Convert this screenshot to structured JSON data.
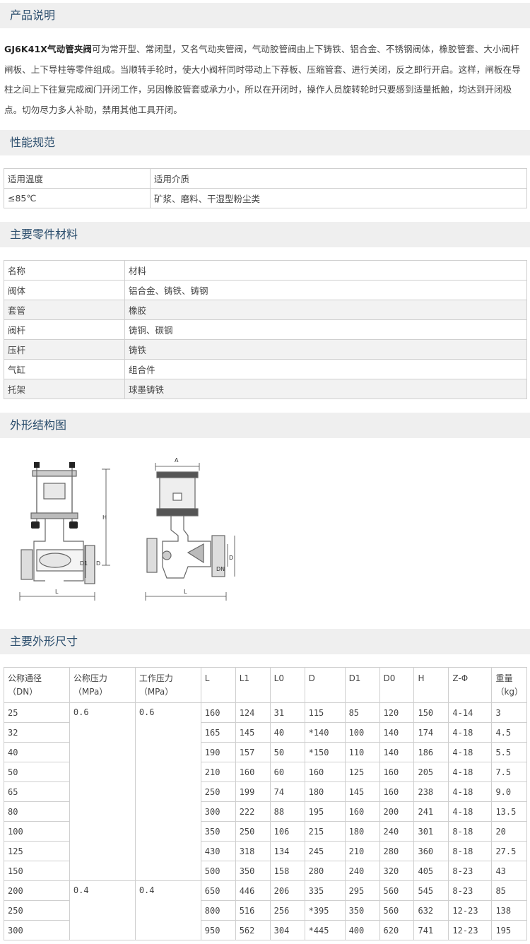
{
  "sections": {
    "description": "产品说明",
    "performance": "性能规范",
    "materials": "主要零件材料",
    "structure": "外形结构图",
    "dimensions": "主要外形尺寸"
  },
  "description": {
    "model": "GJ6K41X气动管夹阀",
    "text": "可为常开型、常闭型，又名气动夹管阀，气动胶管阀由上下铸铁、铝合金、不锈钢阀体，橡胶管套、大小阀杆闸板、上下导柱等零件组成。当顺转手轮时，使大小阀杆同时带动上下荐板、压缩管套、进行关闭，反之即行开启。这样，闸板在导柱之间上下往复完成阀门开闭工作，另因橡胶管套或承力小，所以在开闭时，操作人员旋转轮时只要感到适量抵触，均达到开闭极点。切勿尽力多人补助，禁用其他工具开闭。"
  },
  "performance": {
    "headers": [
      "适用温度",
      "适用介质"
    ],
    "values": [
      "≤85℃",
      "矿浆、磨料、干湿型粉尘类"
    ]
  },
  "materials": {
    "headers": [
      "名称",
      "材料"
    ],
    "rows": [
      [
        "阀体",
        "铝合金、铸铁、铸钢"
      ],
      [
        "套管",
        "橡胶"
      ],
      [
        "阀杆",
        "铸铜、碳钢"
      ],
      [
        "压杆",
        "铸铁"
      ],
      [
        "气缸",
        "组合件"
      ],
      [
        "托架",
        "球墨铸铁"
      ]
    ]
  },
  "diagram_labels": {
    "left": [
      "H",
      "D1",
      "D",
      "L"
    ],
    "right": [
      "A",
      "DN",
      "D",
      "L"
    ]
  },
  "dimensions": {
    "headers": [
      "公称通径（DN）",
      "公称压力（MPa）",
      "工作压力（MPa）",
      "L",
      "L1",
      "L0",
      "D",
      "D1",
      "D0",
      "H",
      "Z-Φ",
      "重量（kg）"
    ],
    "groups": [
      {
        "pn": "0.6",
        "wp": "0.6",
        "rows": [
          [
            "25",
            "160",
            "124",
            "31",
            "115",
            "85",
            "120",
            "150",
            "4-14",
            "3"
          ],
          [
            "32",
            "165",
            "145",
            "40",
            "*140",
            "100",
            "140",
            "174",
            "4-18",
            "4.5"
          ],
          [
            "40",
            "190",
            "157",
            "50",
            "*150",
            "110",
            "140",
            "186",
            "4-18",
            "5.5"
          ],
          [
            "50",
            "210",
            "160",
            "60",
            "160",
            "125",
            "160",
            "205",
            "4-18",
            "7.5"
          ],
          [
            "65",
            "250",
            "199",
            "74",
            "180",
            "145",
            "160",
            "238",
            "4-18",
            "9.0"
          ],
          [
            "80",
            "300",
            "222",
            "88",
            "195",
            "160",
            "200",
            "241",
            "4-18",
            "13.5"
          ],
          [
            "100",
            "350",
            "250",
            "106",
            "215",
            "180",
            "240",
            "301",
            "8-18",
            "20"
          ],
          [
            "125",
            "430",
            "318",
            "134",
            "245",
            "210",
            "280",
            "360",
            "8-18",
            "27.5"
          ],
          [
            "150",
            "500",
            "350",
            "158",
            "280",
            "240",
            "320",
            "405",
            "8-23",
            "43"
          ]
        ]
      },
      {
        "pn": "0.4",
        "wp": "0.4",
        "rows": [
          [
            "200",
            "650",
            "446",
            "206",
            "335",
            "295",
            "560",
            "545",
            "8-23",
            "85"
          ],
          [
            "250",
            "800",
            "516",
            "256",
            "*395",
            "350",
            "560",
            "632",
            "12-23",
            "138"
          ],
          [
            "300",
            "950",
            "562",
            "304",
            "*445",
            "400",
            "620",
            "741",
            "12-23",
            "195"
          ]
        ]
      }
    ]
  }
}
